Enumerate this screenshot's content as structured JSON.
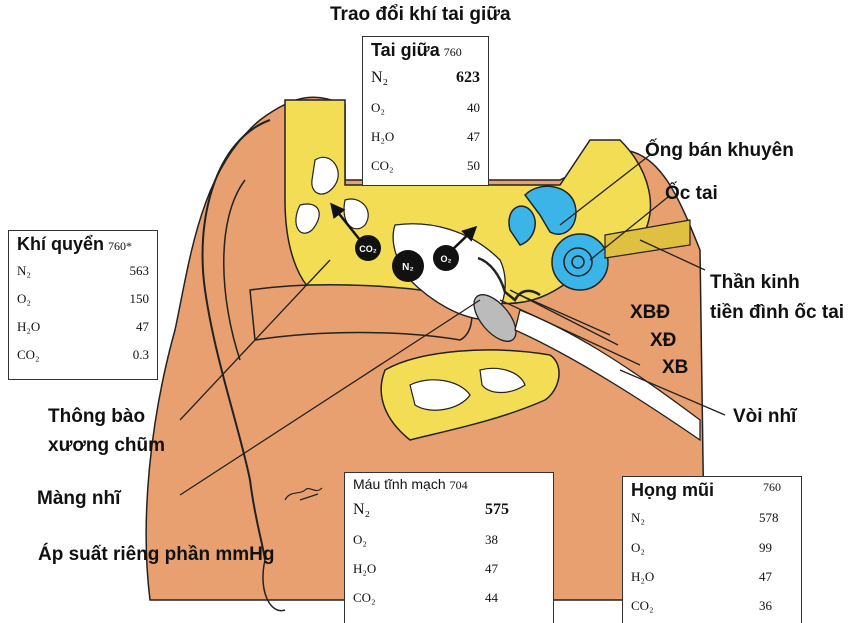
{
  "title": "Trao đổi khí tai giữa",
  "units_label": "Áp suất riêng phần mmHg",
  "labels": {
    "semicircular": "Ống bán khuyên",
    "cochlea": "Ốc tai",
    "nerve_line1": "Thần kinh",
    "nerve_line2": "tiền đình ốc tai",
    "stapes": "XBĐ",
    "incus": "XĐ",
    "malleus": "XB",
    "eustachian": "Vòi nhĩ",
    "mastoid_line1": "Thông bào",
    "mastoid_line2": "xương chũm",
    "eardrum": "Màng nhĩ"
  },
  "bubbles": {
    "co2": "CO₂",
    "n2": "N₂",
    "o2": "O₂"
  },
  "tables": {
    "middle_ear": {
      "title": "Tai giữa",
      "total": "760",
      "rows": [
        {
          "gas": "N₂",
          "value": "623"
        },
        {
          "gas": "O₂",
          "value": "40"
        },
        {
          "gas": "H₂O",
          "value": "47"
        },
        {
          "gas": "CO₂",
          "value": "50"
        }
      ]
    },
    "atmosphere": {
      "title": "Khí quyển",
      "total": "760*",
      "rows": [
        {
          "gas": "N₂",
          "value": "563"
        },
        {
          "gas": "O₂",
          "value": "150"
        },
        {
          "gas": "H₂O",
          "value": "47"
        },
        {
          "gas": "CO₂",
          "value": "0.3"
        }
      ]
    },
    "venous": {
      "title": "Máu tĩnh mạch",
      "total": "704",
      "rows": [
        {
          "gas": "N₂",
          "value": "575"
        },
        {
          "gas": "O₂",
          "value": "38"
        },
        {
          "gas": "H₂O",
          "value": "47"
        },
        {
          "gas": "CO₂",
          "value": "44"
        }
      ]
    },
    "nasopharynx": {
      "title": "Họng mũi",
      "total": "760",
      "rows": [
        {
          "gas": "N₂",
          "value": "578"
        },
        {
          "gas": "O₂",
          "value": "99"
        },
        {
          "gas": "H₂O",
          "value": "47"
        },
        {
          "gas": "CO₂",
          "value": "36"
        }
      ]
    }
  },
  "colors": {
    "skin": "#E8A070",
    "bone": "#F2DD55",
    "inner_ear": "#3BB5E8",
    "canal": "#FFFFFF"
  }
}
